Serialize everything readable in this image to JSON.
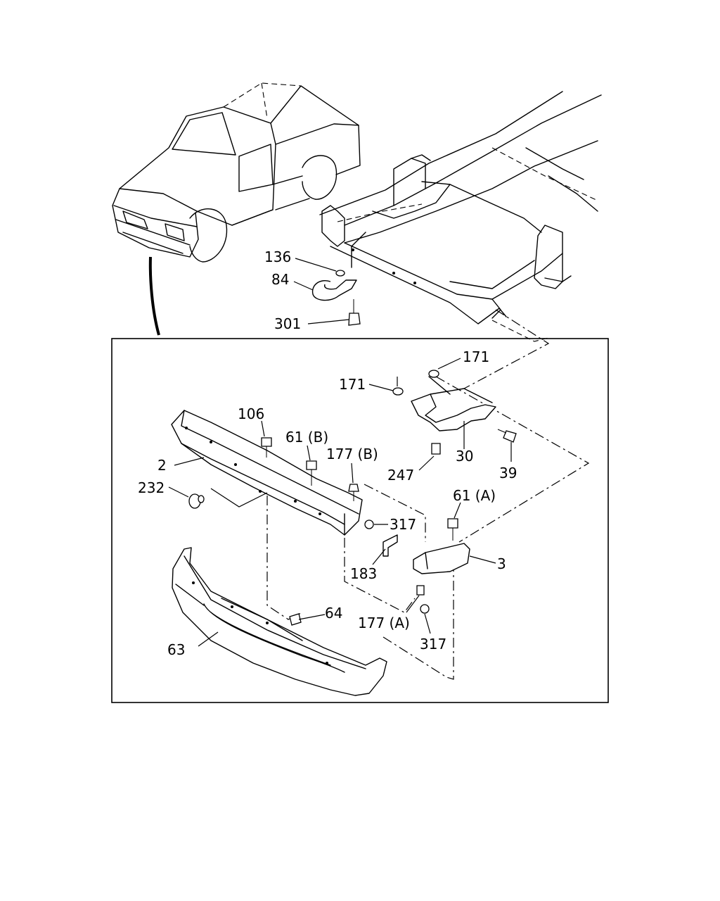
{
  "diagram": {
    "callouts": {
      "c136": "136",
      "c84": "84",
      "c301": "301",
      "c171a": "171",
      "c171b": "171",
      "c106": "106",
      "c61b": "61 (B)",
      "c177b": "177 (B)",
      "c2": "2",
      "c232": "232",
      "c247": "247",
      "c30": "30",
      "c39": "39",
      "c61a": "61 (A)",
      "c317a": "317",
      "c3": "3",
      "c183": "183",
      "c64": "64",
      "c177a": "177 (A)",
      "c317b": "317",
      "c63": "63"
    }
  }
}
